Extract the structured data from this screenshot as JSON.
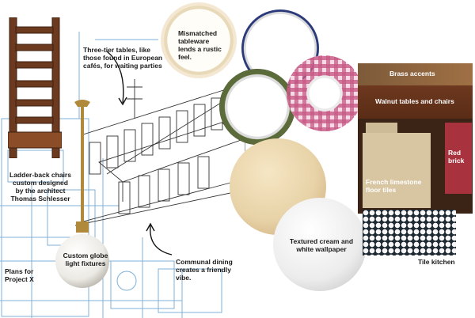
{
  "captions": {
    "chairs": "Ladder-back chairs custom designed by the architect Thomas Schlesser",
    "tables": "Three-tier tables, like those found in European cafés, for waiting parties",
    "tableware": "Mismatched tableware lends a rustic feel.",
    "brass": "Brass accents",
    "walnut": "Walnut tables and chairs",
    "red_brick": "Red brick",
    "limestone": "French limestone floor tiles",
    "tile": "Tile kitchen",
    "wallpaper": "Textured cream and white wallpaper",
    "communal": "Communal dining creates a friendly vibe.",
    "globe": "Custom globe light fixtures",
    "plans": "Plans for Project X"
  },
  "colors": {
    "blueprint_line": "#7fb0d8",
    "walnut": "#6b3a1f",
    "brick": "#a8323d",
    "cream": "#e8d3a8",
    "gingham": "#c85a86",
    "navy_rim": "#2b3a7a"
  },
  "icons": {
    "arrow": "curved-arrow",
    "chair": "ladder-back-chair",
    "lamp": "globe-pendant-lamp"
  }
}
